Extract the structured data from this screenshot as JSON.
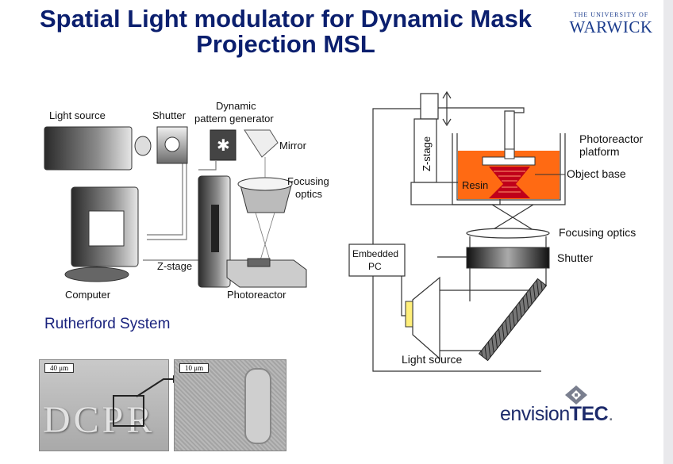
{
  "title": {
    "line1": "Spatial Light modulator for Dynamic Mask",
    "line2": "Projection MSL"
  },
  "logo": {
    "line1": "THE UNIVERSITY OF",
    "line2": "WARWICK"
  },
  "left_diagram": {
    "light_source": "Light source",
    "shutter": "Shutter",
    "pattern_gen_1": "Dynamic",
    "pattern_gen_2": "pattern generator",
    "mirror": "Mirror",
    "focusing_1": "Focusing",
    "focusing_2": "optics",
    "zstage": "Z-stage",
    "computer": "Computer",
    "photoreactor": "Photoreactor"
  },
  "caption": "Rutherford System",
  "micrographs": {
    "scale_left": "40 μm",
    "scale_right": "10 μm",
    "letters": "DCPR"
  },
  "right_diagram": {
    "zstage": "Z-stage",
    "photoreactor_1": "Photoreactor",
    "photoreactor_2": "platform",
    "object_base": "Object base",
    "resin": "Resin",
    "focusing_optics": "Focusing optics",
    "embedded_1": "Embedded",
    "embedded_2": "PC",
    "shutter": "Shutter",
    "light_source": "Light source"
  },
  "brand": {
    "part1": "envision",
    "part2": "TEC",
    "dot": "."
  },
  "colors": {
    "title": "#0b1f6e",
    "resin": "#ff6a13",
    "lens_red": "#c0001a",
    "brand": "#1d2b6b"
  }
}
